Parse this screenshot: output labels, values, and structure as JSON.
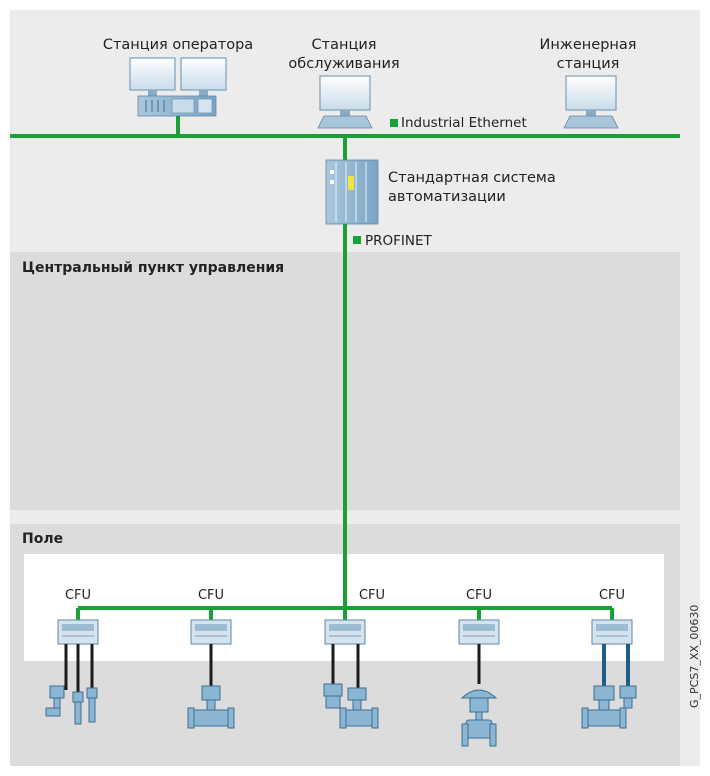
{
  "colors": {
    "bus": "#1aa135",
    "panel_outer": "#ececec",
    "zone": "#dddddd",
    "field_white": "#ffffff",
    "device_blue": "#8ab6d3",
    "device_dark": "#1d5f86"
  },
  "stations": {
    "operator": "Станция оператора",
    "maintenance_line1": "Станция",
    "maintenance_line2": "обслуживания",
    "engineering_line1": "Инженерная",
    "engineering_line2": "станция"
  },
  "networks": {
    "industrial_ethernet": "Industrial Ethernet",
    "profinet": "PROFINET"
  },
  "automation": {
    "line1": "Стандартная система",
    "line2": "автоматизации"
  },
  "zones": {
    "control_room": "Центральный пункт управления",
    "field": "Поле"
  },
  "cfu_units": [
    {
      "label": "CFU"
    },
    {
      "label": "CFU"
    },
    {
      "label": "CFU"
    },
    {
      "label": "CFU"
    },
    {
      "label": "CFU"
    }
  ],
  "image_code": "G_PCS7_XX_00630",
  "icons": {
    "operator": "operator-station-icon",
    "maintenance": "maintenance-station-icon",
    "engineering": "engineering-station-icon",
    "automation": "automation-system-icon",
    "cfu": "cfu-module-icon",
    "field_devices": "field-device-icon"
  }
}
